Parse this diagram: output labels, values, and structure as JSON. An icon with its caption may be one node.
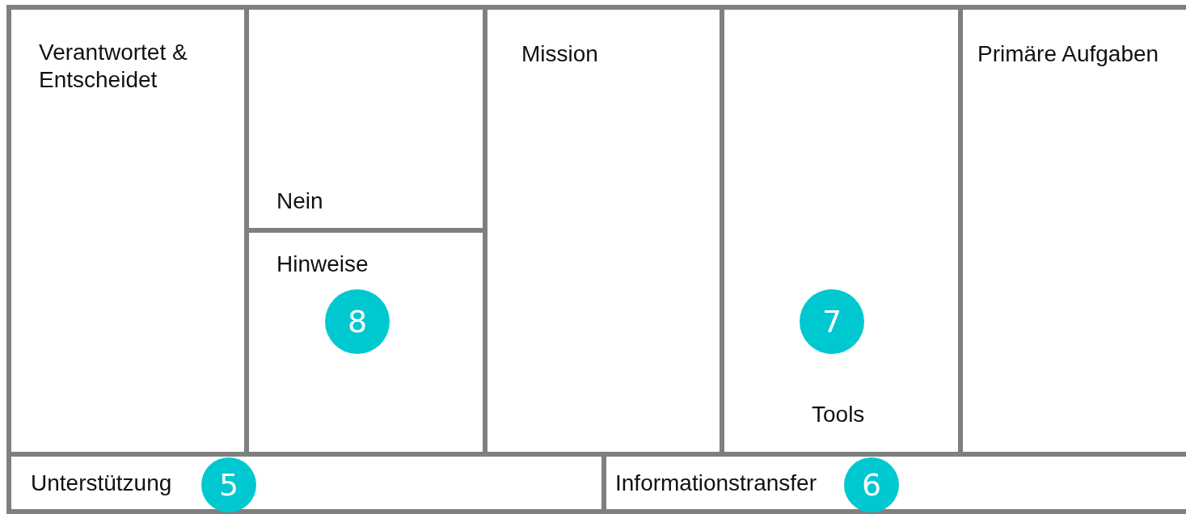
{
  "diagram": {
    "nodes": [
      {
        "text": [
          "Verantwortet & Entscheidet"
        ]
      },
      {
        "text": [
          "Nein"
        ]
      },
      {
        "text": [
          "Hinweise"
        ]
      },
      {
        "text": [
          "8"
        ],
        "in": 2
      },
      {
        "text": [
          "Mission"
        ]
      },
      {
        "text": [
          "Tools"
        ]
      },
      {
        "text": [
          "7"
        ],
        "in": 5
      },
      {
        "text": [
          "Primäre Aufgaben"
        ]
      },
      {
        "text": [
          "Unterstützung"
        ]
      },
      {
        "text": [
          "5"
        ],
        "in": 8
      },
      {
        "text": [
          "Informationstransfer"
        ]
      },
      {
        "text": [
          "6"
        ],
        "in": 10
      }
    ]
  }
}
